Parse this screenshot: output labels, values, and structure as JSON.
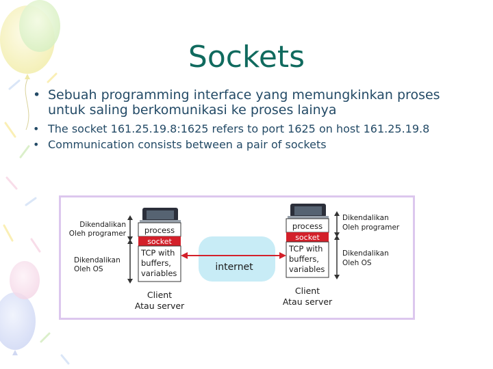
{
  "slide": {
    "title": "Sockets",
    "bullets": [
      "Sebuah programming interface yang memungkinkan proses untuk saling berkomunikasi ke proses lainya",
      "The socket 161.25.19.8:1625 refers to port 1625 on host 161.25.19.8",
      "Communication consists between a pair of sockets"
    ]
  },
  "diagram": {
    "left_host": {
      "label_top": "Dikendalikan",
      "label_top2": "Oleh programer",
      "label_bottom": "Dikendalikan",
      "label_bottom2": "Oleh OS",
      "process": "process",
      "socket": "socket",
      "tcp_line1": "TCP with",
      "tcp_line2": "buffers,",
      "tcp_line3": "variables",
      "caption1": "Client",
      "caption2": "Atau server"
    },
    "right_host": {
      "label_top": "Dikendalikan",
      "label_top2": "Oleh programer",
      "label_bottom": "Dikendalikan",
      "label_bottom2": "Oleh OS",
      "process": "process",
      "socket": "socket",
      "tcp_line1": "TCP with",
      "tcp_line2": "buffers,",
      "tcp_line3": "variables",
      "caption1": "Client",
      "caption2": "Atau server"
    },
    "internet_label": "internet",
    "colors": {
      "frame": "#dcc7ee",
      "socket": "#d3202a",
      "internet_cloud": "#c8ecf6",
      "arrow": "#d3202a"
    }
  }
}
